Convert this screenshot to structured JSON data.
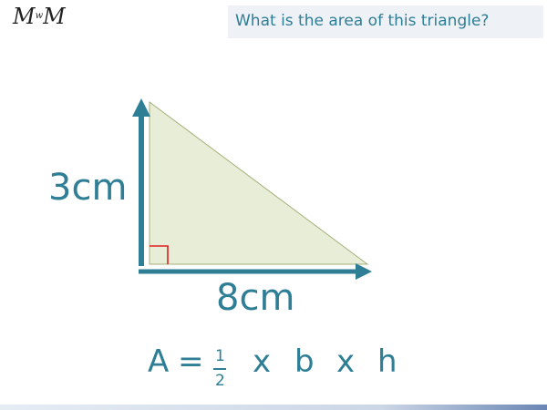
{
  "logo": {
    "text_left": "M",
    "text_mid": "w",
    "text_right": "M"
  },
  "question": "What is the area of this triangle?",
  "triangle": {
    "height_label": "3cm",
    "base_label": "8cm",
    "fill_color": "#e8edd8",
    "edge_color": "#a4b07a",
    "arrow_color": "#2e7e95",
    "right_angle_color": "#e02020"
  },
  "formula": {
    "lhs": "A",
    "equals": "=",
    "frac_numerator": "1",
    "frac_denominator": "2",
    "times1": "x",
    "b": "b",
    "times2": "x",
    "h": "h"
  }
}
